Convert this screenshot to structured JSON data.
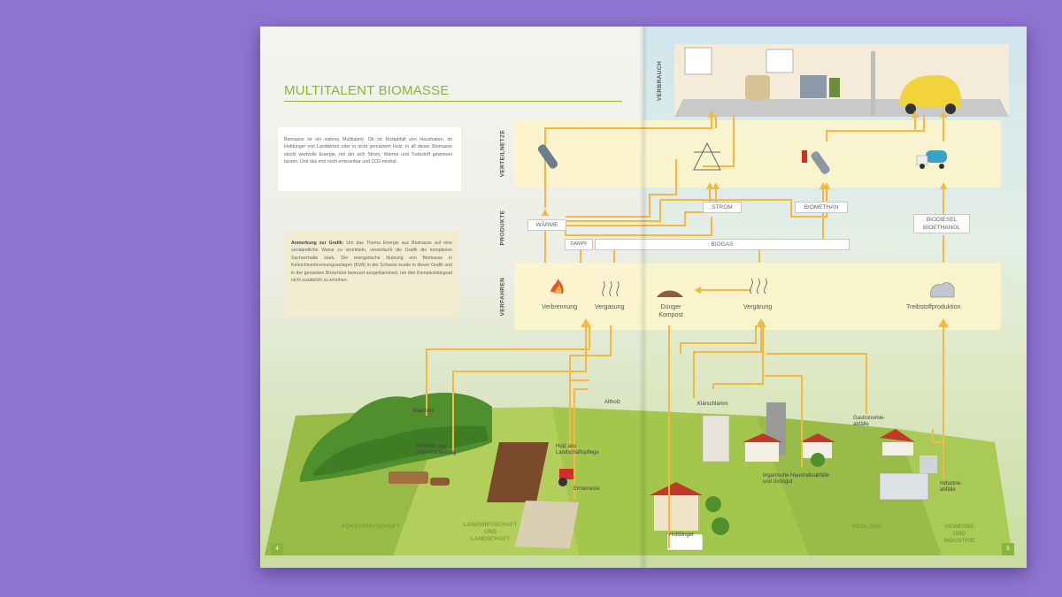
{
  "title": "MULTITALENT BIOMASSE",
  "intro": "Biomasse ist ein wahres Multitalent. Ob im Rüstabfall von Haushalten, im Hofdünger von Landwirten oder in nicht genutztem Holz: In all dieser Biomasse steckt wertvolle Energie, mit der sich Strom, Wärme und Treibstoff gewinnen lassen. Und das erst noch erneuerbar und CO2-neutral.",
  "note": {
    "label": "Anmerkung zur Grafik:",
    "text": "Um das Thema Energie aus Biomasse auf eine verständliche Weise zu vermitteln, vereinfacht die Grafik die komplexen Sachverhalte stark. Die energetische Nutzung von Biomasse in Kehrichtverbrennungsanlagen (KVA) in der Schweiz wurde in dieser Grafik und in der gesamten Broschüre bewusst ausgeklammert, um den Komplexitätsgrad nicht zusätzlich zu erhöhen."
  },
  "stages": {
    "verbrauch": "VERBRAUCH",
    "verteilnetze": "VERTEILNETZE",
    "produkte": "PRODUKTE",
    "verfahren": "VERFAHREN"
  },
  "products": {
    "waerme": "WÄRME",
    "strom": "STROM",
    "biomethan": "BIOMETHAN",
    "biodiesel": "BIODIESEL",
    "bioethanol": "BIOETHANOL",
    "dampf": "DAMPF",
    "biogas": "BIOGAS"
  },
  "processes": {
    "verbrennung": "Verbrennung",
    "vergasung": "Vergasung",
    "duenger": "Dünger",
    "kompost": "Kompost",
    "vergaerung": "Vergärung",
    "treibstoff": "Treibstoffproduktion"
  },
  "sources": {
    "waldholz": "Waldholz",
    "restholz_1": "Restholz aus",
    "restholz_2": "Holzverarbeitung",
    "altholz": "Altholz",
    "holz_1": "Holz aus",
    "holz_2": "Landschaftspflege",
    "ernte": "Ernterreste",
    "klaerschlamm": "Klärschlamm",
    "hofduenger": "Hofdünger",
    "haushalt_1": "organische Haushaltsabfälle",
    "haushalt_2": "und Grüngut",
    "gastro_1": "Gastronomie-",
    "gastro_2": "abfälle",
    "industrie_1": "Industrie-",
    "industrie_2": "abfälle"
  },
  "areas": {
    "forst": "FORSTWIRTSCHAFT",
    "land_1": "LANDWIRTSCHAFT",
    "land_2": "UND",
    "land_3": "LANDSCHAFT",
    "siedlung": "SIEDLUNG",
    "gewerbe_1": "GEWERBE",
    "gewerbe_2": "UND",
    "gewerbe_3": "INDUSTRIE"
  },
  "page_numbers": {
    "left": "4",
    "right": "5"
  },
  "colors": {
    "background": "#8f74cf",
    "accent_green": "#8ab43d",
    "flow_orange": "#f5b841",
    "band_cream": "#fcf4cc"
  }
}
